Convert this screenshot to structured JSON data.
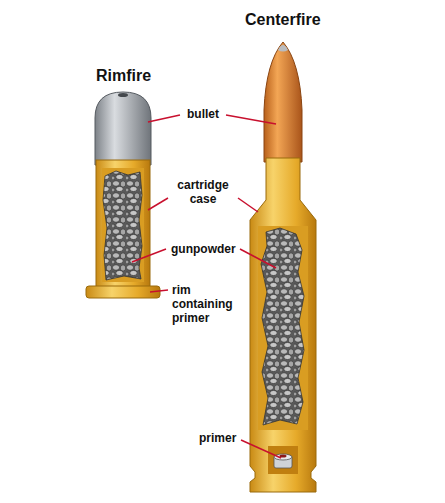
{
  "diagram": {
    "labels": [
      "Centerfire",
      "Rimfire",
      "bullet",
      "cartridge case",
      "gunpowder",
      "rim containing primer",
      "primer"
    ]
  }
}
